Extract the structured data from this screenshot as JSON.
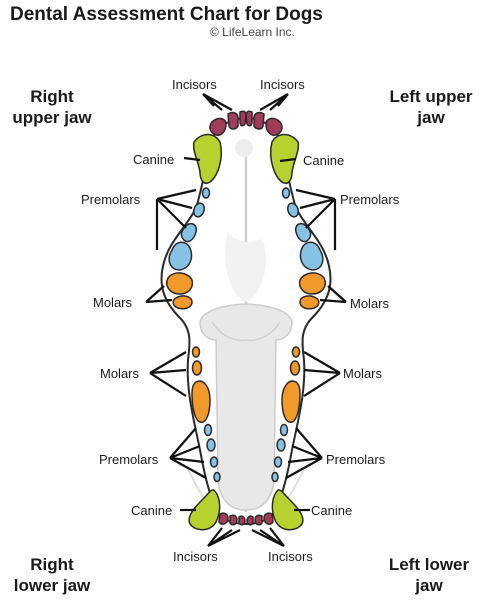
{
  "header": {
    "title": "Dental Assessment Chart for Dogs",
    "credit": "© LifeLearn Inc."
  },
  "quadrants": {
    "right_upper": "Right upper jaw",
    "left_upper": "Left upper jaw",
    "right_lower": "Right lower jaw",
    "left_lower": "Left lower jaw"
  },
  "labels": {
    "incisors": "Incisors",
    "canine": "Canine",
    "premolars": "Premolars",
    "molars": "Molars"
  },
  "colors": {
    "incisor": "#a23a5a",
    "canine": "#b7d12e",
    "premolar": "#86c1e6",
    "molar": "#f29a29",
    "outline": "#2a2a2a",
    "tongue": "#e7e7e7"
  }
}
